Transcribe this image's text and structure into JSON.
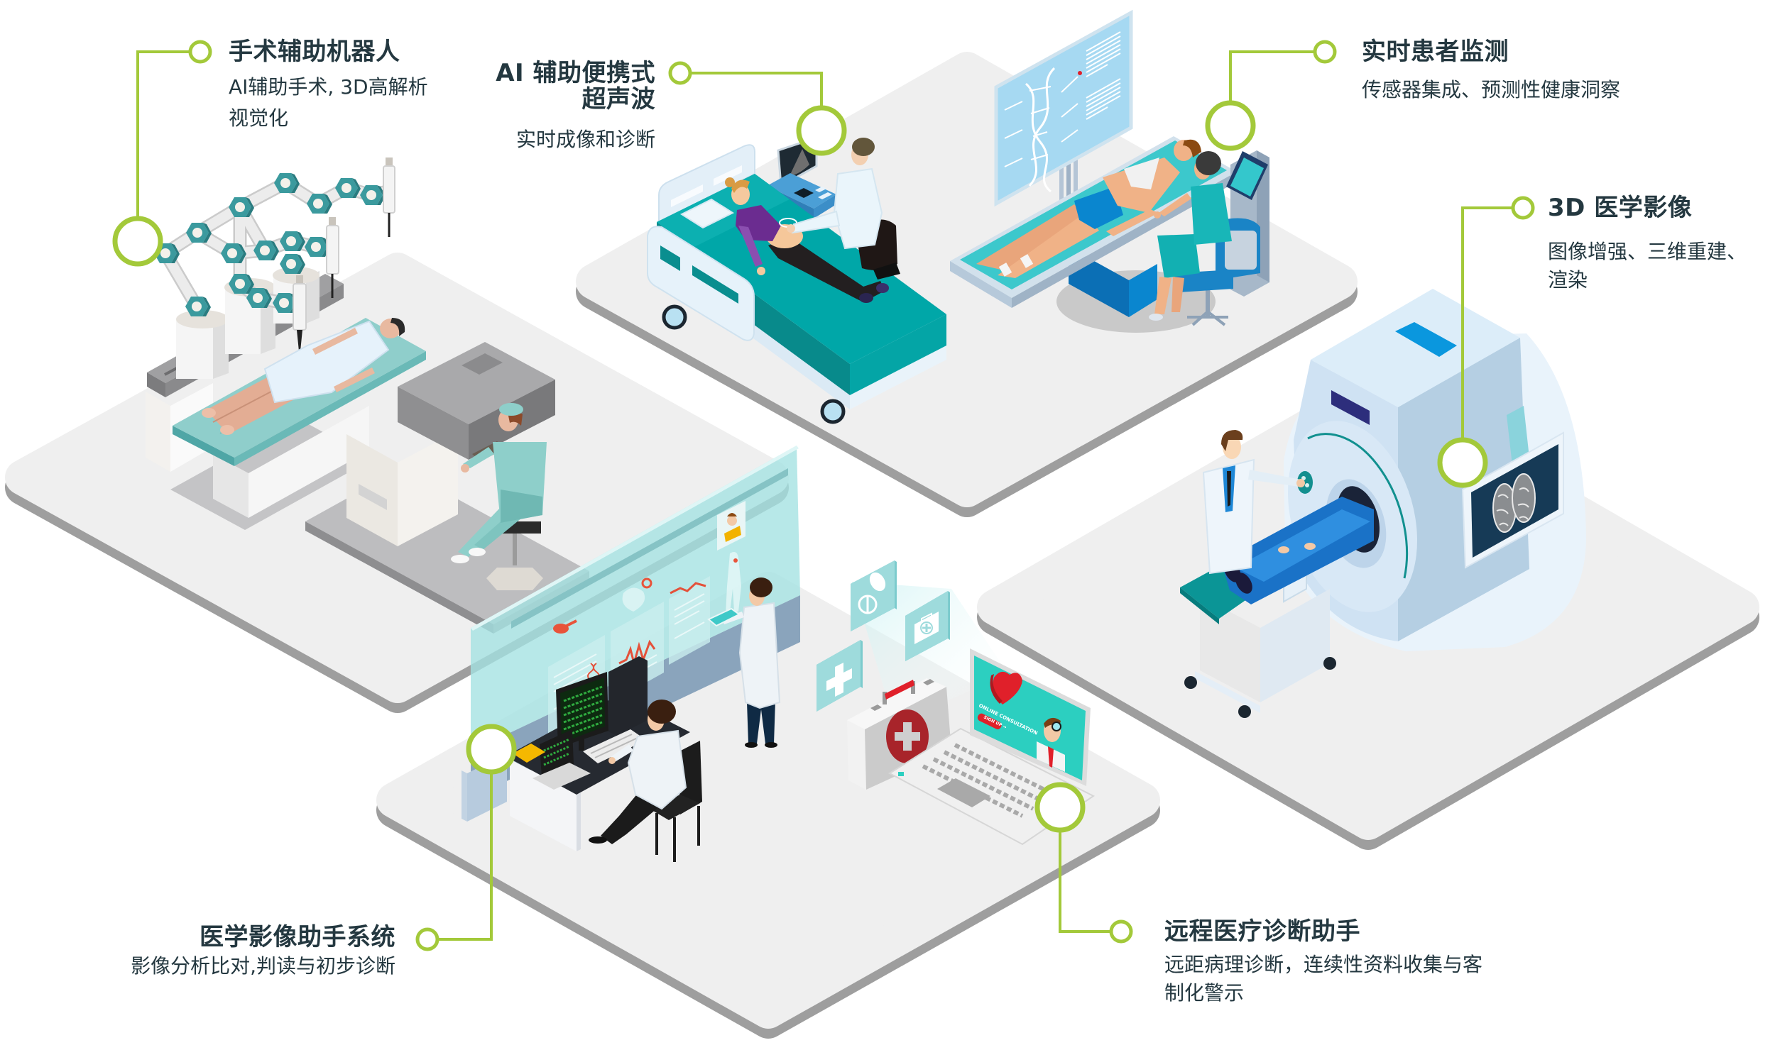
{
  "callouts": [
    {
      "title": [
        "手术辅助机器人"
      ],
      "description": [
        "AI辅助手术, 3D高解析",
        "视觉化"
      ]
    },
    {
      "title": [
        "AI 辅助便携式",
        "超声波"
      ],
      "description": [
        "实时成像和诊断"
      ]
    },
    {
      "title": [
        "实时患者监测"
      ],
      "description": [
        "传感器集成、预测性健康洞察"
      ]
    },
    {
      "title": [
        "3D 医学影像"
      ],
      "description": [
        "图像增强、三维重建、",
        "渲染"
      ]
    },
    {
      "title": [
        "医学影像助手系统"
      ],
      "description": [
        "影像分析比对,判读与初步诊断"
      ]
    },
    {
      "title": [
        "远程医疗诊断助手"
      ],
      "description": [
        "远距病理诊断，连续性资料收集与客",
        "制化警示"
      ]
    }
  ],
  "laptop_screen": {
    "heading": "ONLINE CONSULTATION",
    "button": "SIGN UP →"
  },
  "floating_icons": [
    "pill-icon",
    "first-aid-kit-icon",
    "medical-cross-icon"
  ],
  "colors": {
    "accent": "#a3c93a",
    "text": "#243840",
    "platform": "#efefef",
    "platform_edge": "#9e9e9e",
    "teal": "#00a7a8"
  }
}
